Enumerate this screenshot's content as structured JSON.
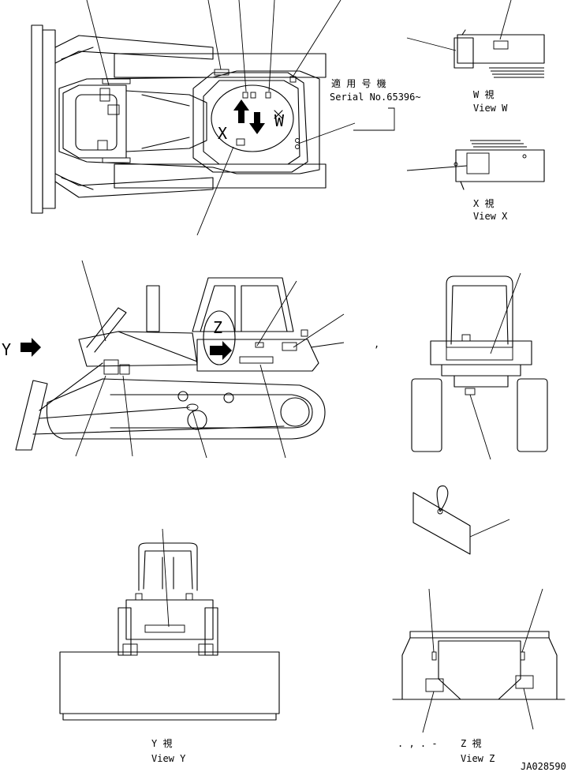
{
  "serial": {
    "line1": "適 用 号 機",
    "line2": "Serial No.65396~"
  },
  "views": {
    "w_jp": "W  視",
    "w_en": "View W",
    "x_jp": "X  視",
    "x_en": "View X",
    "y_jp": "Y  視",
    "y_en": "View Y",
    "z_jp": "Z  視",
    "z_en": "View Z",
    "z_prefix": ". , . -"
  },
  "markers": {
    "w": "W",
    "x": "X",
    "y": "Y",
    "z": "Z",
    "comma": ","
  },
  "drawing_id": "JA028590"
}
